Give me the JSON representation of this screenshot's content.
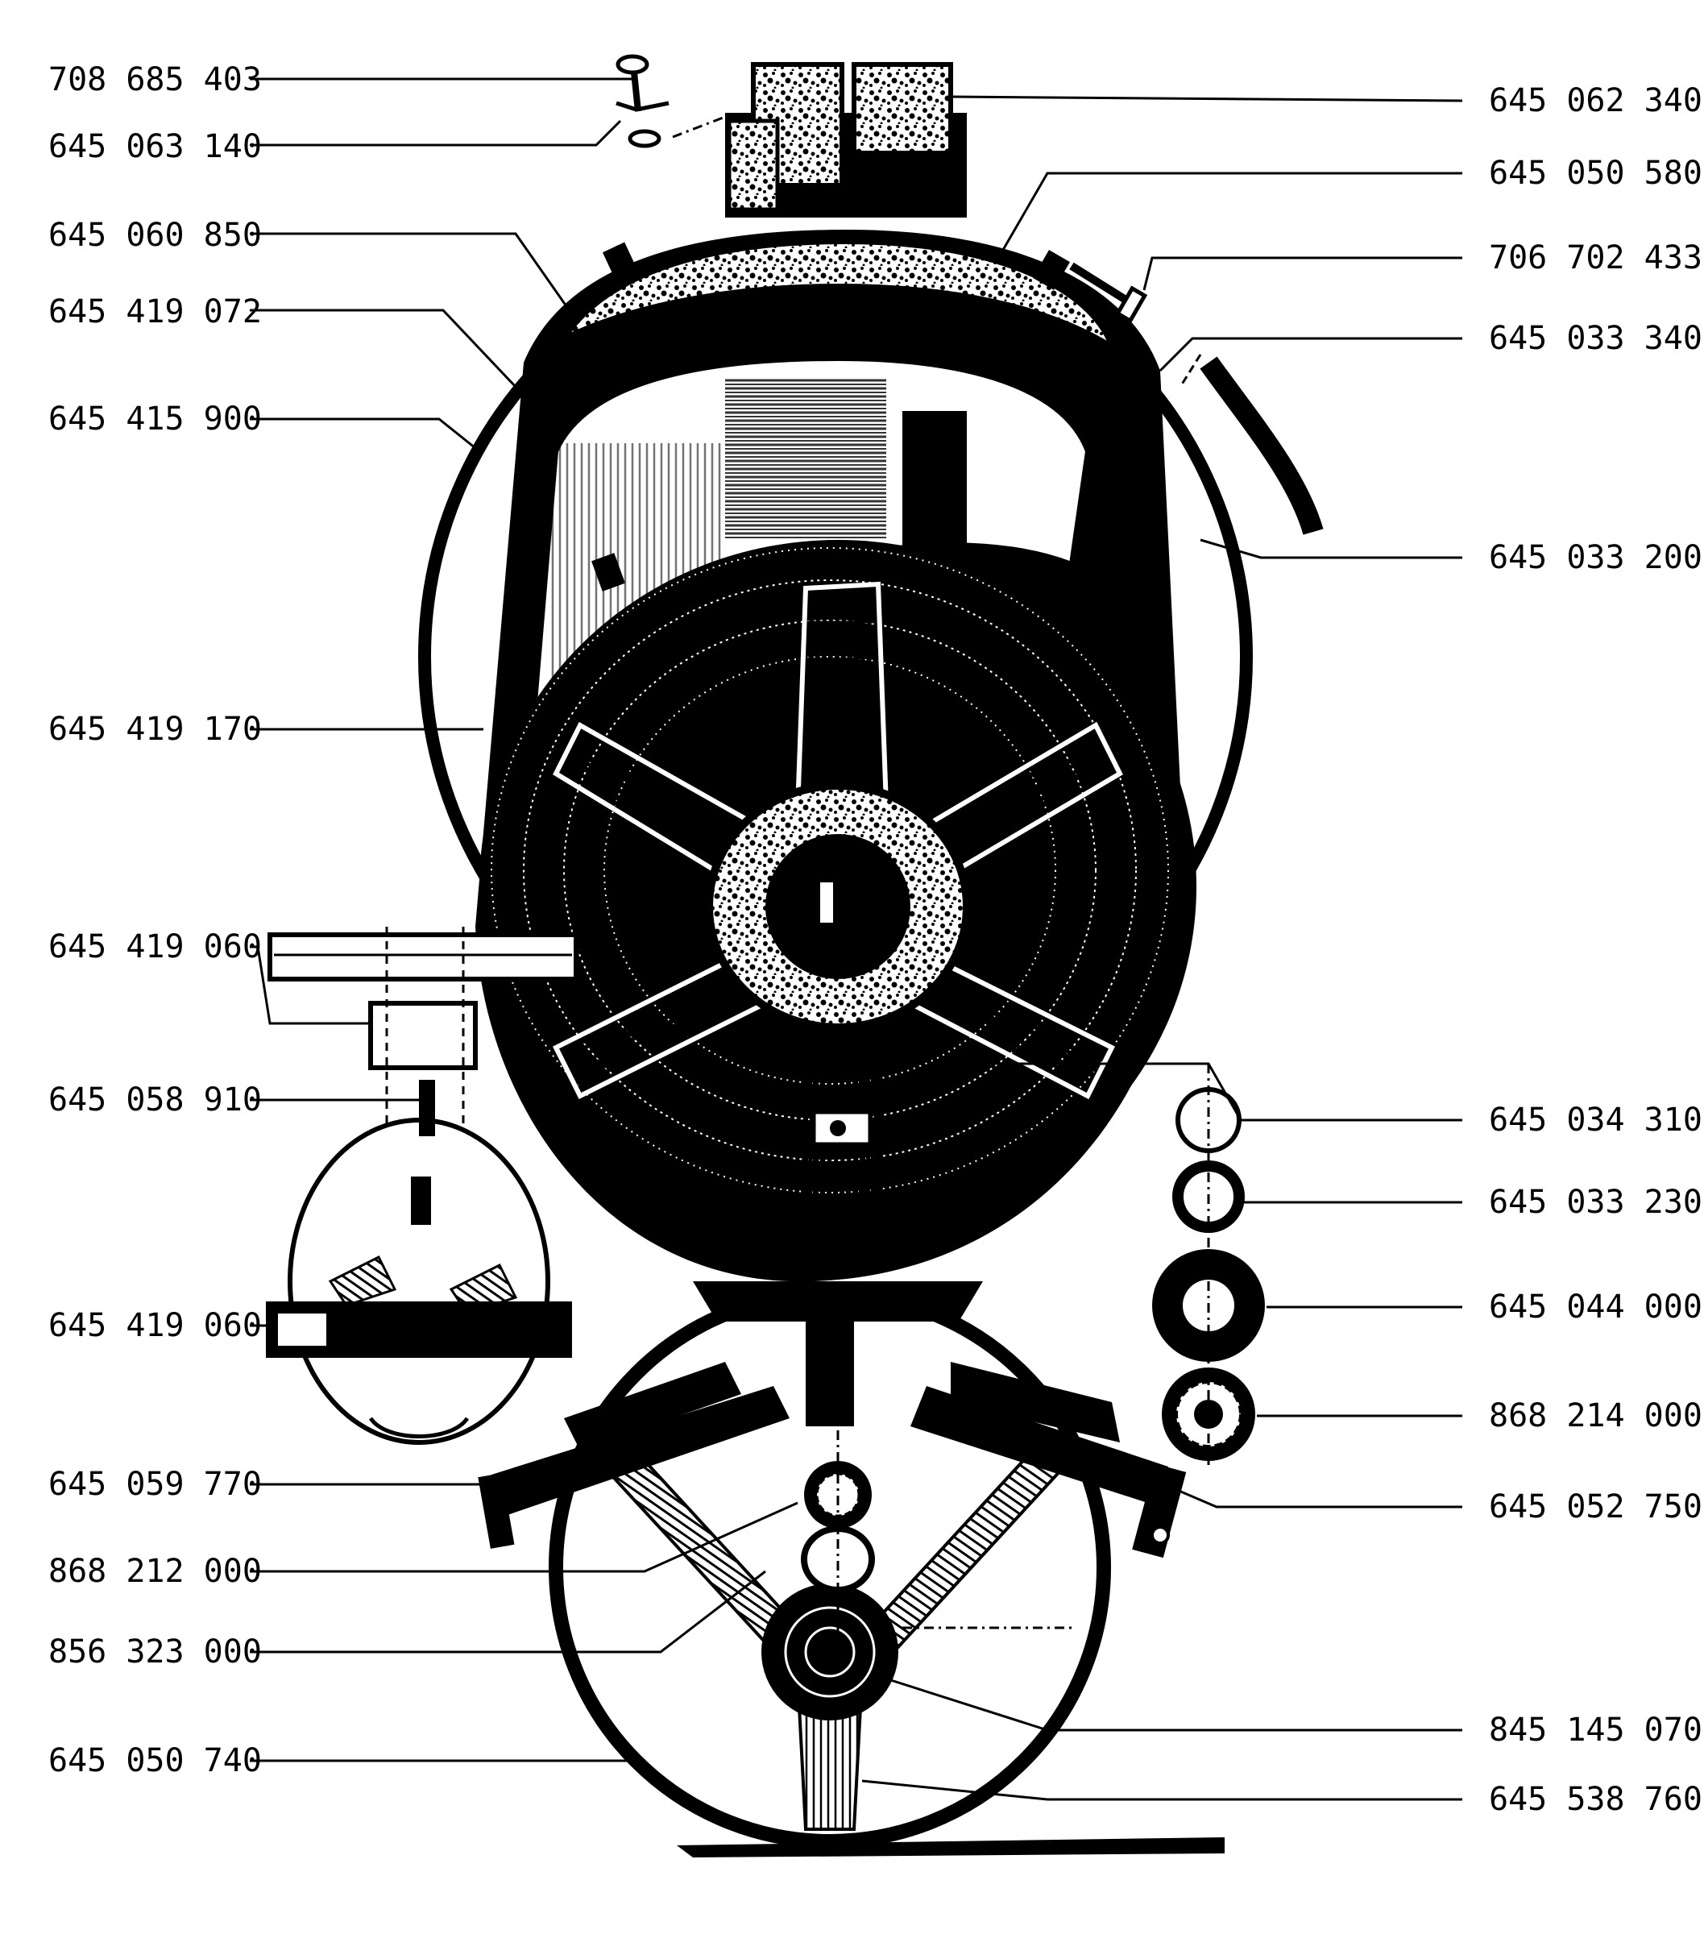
{
  "labels_left": [
    "708 685 403",
    "645 063 140",
    "645 060 850",
    "645 419 072",
    "645 415 900",
    "645 419 170",
    "645 419 060",
    "645 058 910",
    "645 419 060",
    "645 059 770",
    "868 212 000",
    "856 323 000",
    "645 050 740"
  ],
  "labels_right": [
    "645 062 340",
    "645 050 580",
    "706 702 433",
    "645 033 340",
    "645 033 200",
    "645 034 310",
    "645 033 230",
    "645 044 000",
    "868 214 000",
    "645 052 750",
    "845 145 070",
    "645 538 760"
  ],
  "colors": {
    "ink": "#000000",
    "paper": "#ffffff"
  }
}
